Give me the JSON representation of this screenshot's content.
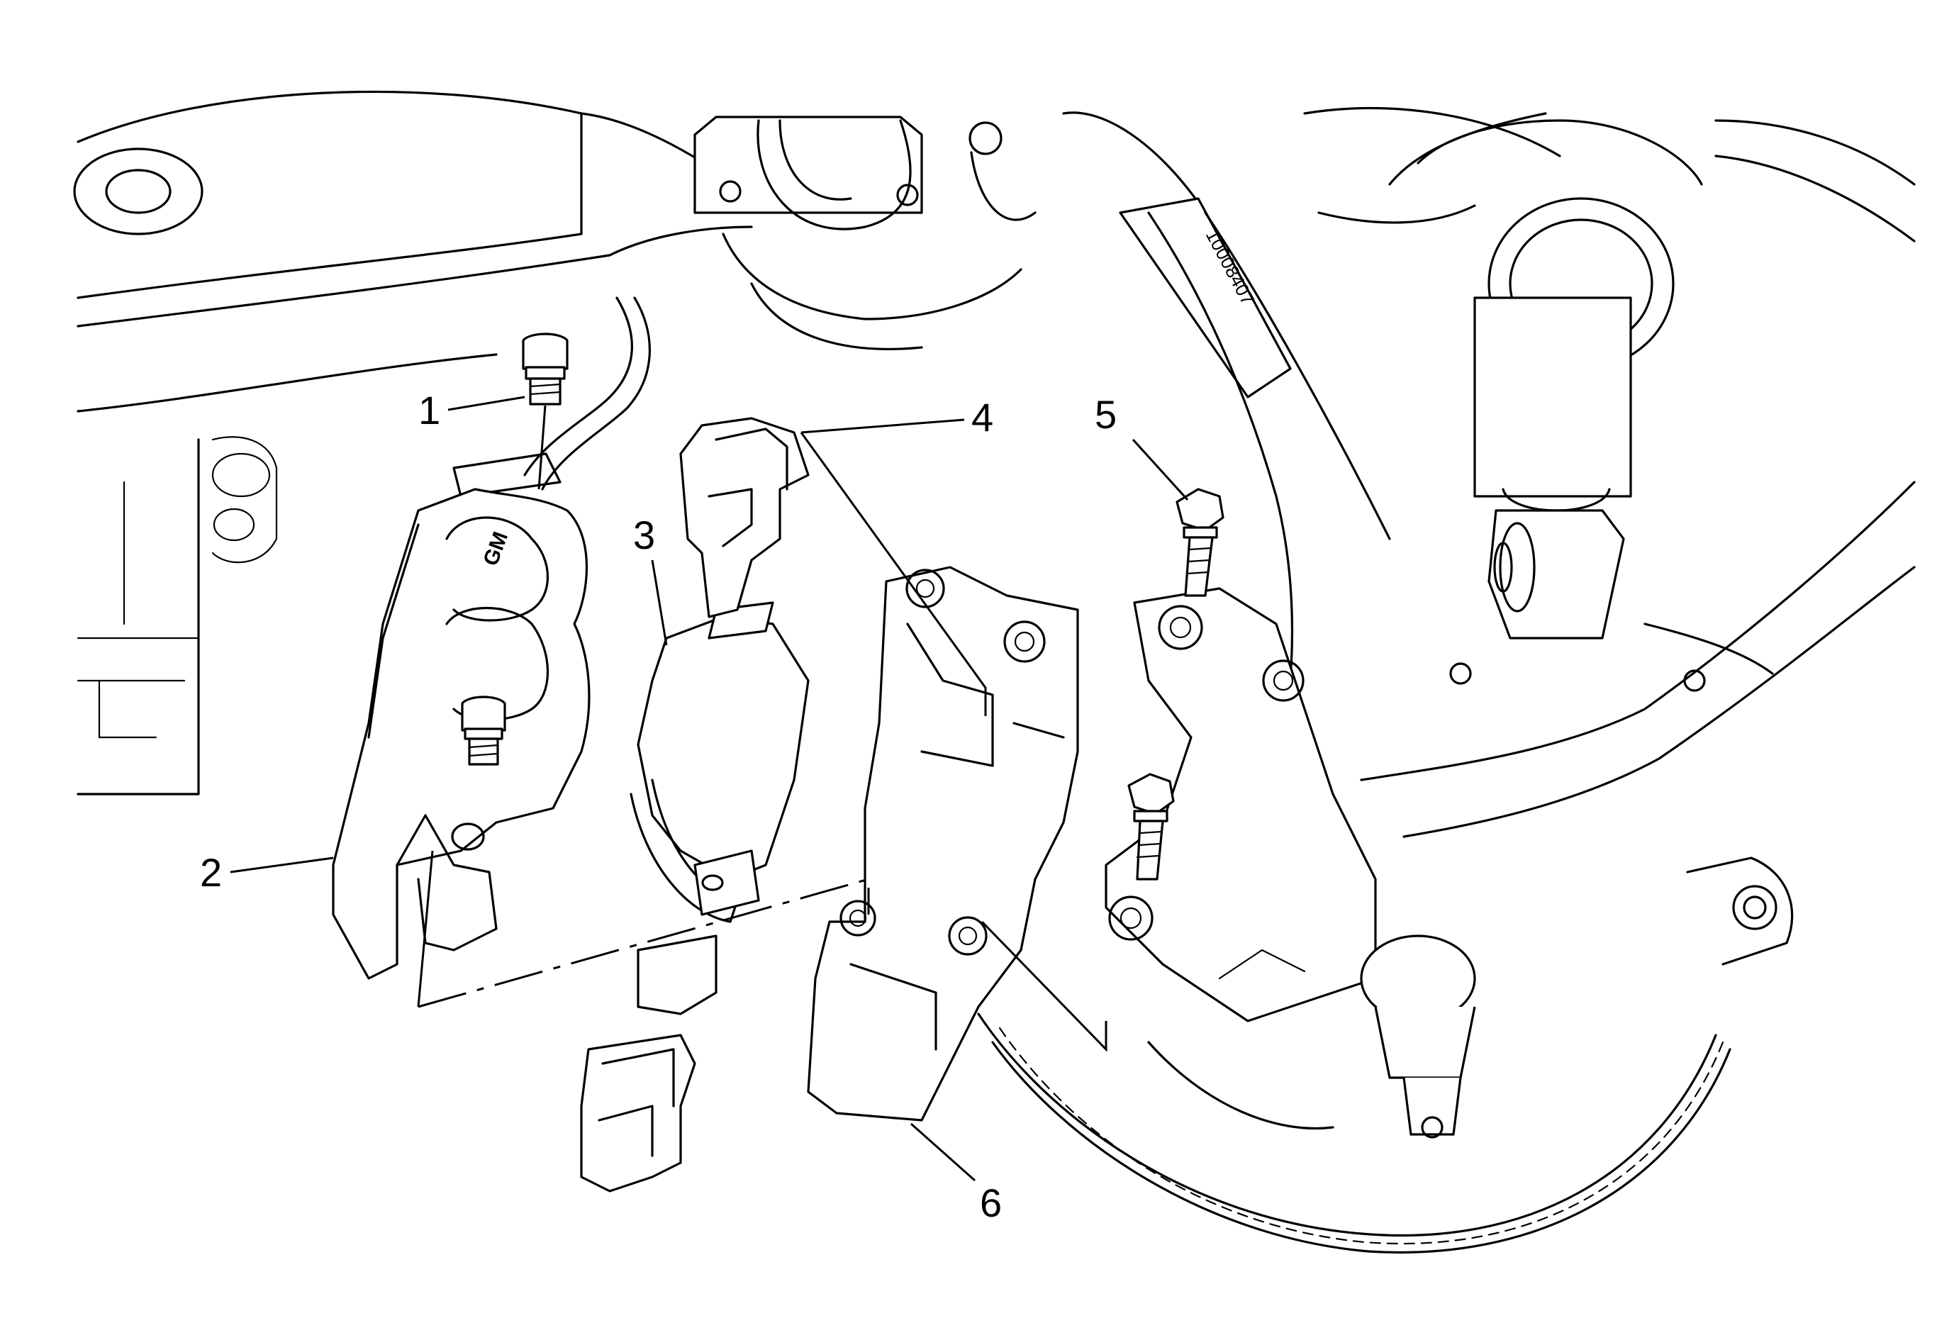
{
  "figure": {
    "callouts": [
      {
        "id": "1",
        "label": "1"
      },
      {
        "id": "2",
        "label": "2"
      },
      {
        "id": "3",
        "label": "3"
      },
      {
        "id": "4",
        "label": "4"
      },
      {
        "id": "5",
        "label": "5"
      },
      {
        "id": "6",
        "label": "6"
      }
    ],
    "caliper_logo": "GM",
    "part_number_stamp": "10008407"
  }
}
